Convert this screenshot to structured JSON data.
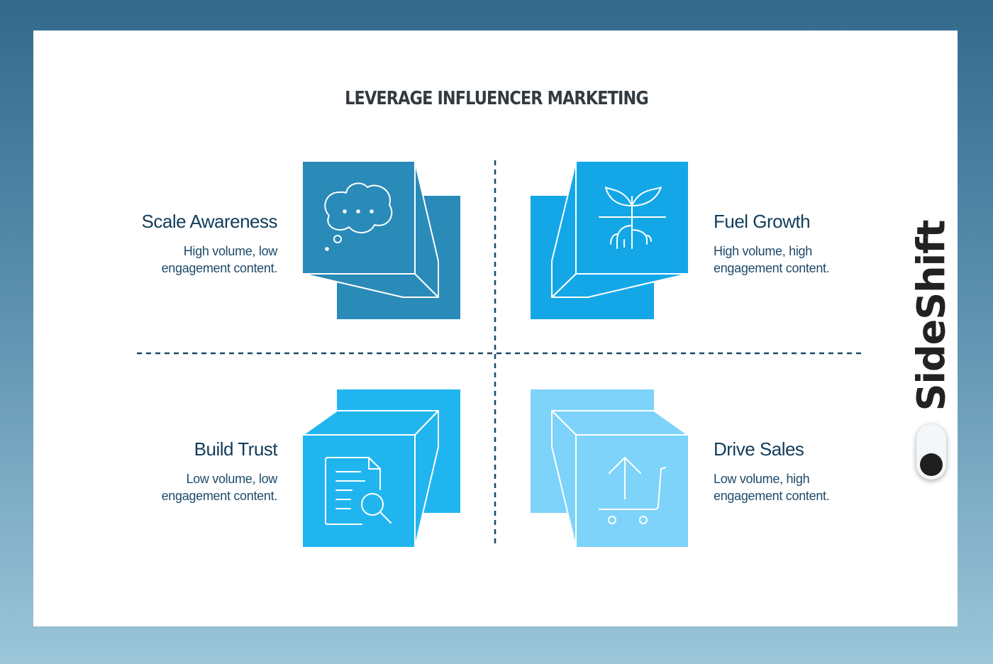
{
  "title": "LEVERAGE INFLUENCER MARKETING",
  "quadrants": [
    {
      "title": "Scale Awareness",
      "desc_line1": "High volume, low",
      "desc_line2": "engagement content.",
      "icon": "thought-bubble-icon",
      "color": "#2a8ab8"
    },
    {
      "title": "Fuel Growth",
      "desc_line1": "High volume, high",
      "desc_line2": "engagement content.",
      "icon": "sprout-icon",
      "color": "#13a7e8"
    },
    {
      "title": "Build Trust",
      "desc_line1": "Low volume, low",
      "desc_line2": "engagement content.",
      "icon": "document-search-icon",
      "color": "#21b5f0"
    },
    {
      "title": "Drive Sales",
      "desc_line1": "Low volume, high",
      "desc_line2": "engagement content.",
      "icon": "cart-upload-icon",
      "color": "#7dd3fa"
    }
  ],
  "logo": {
    "text": "SideShift"
  },
  "colors": {
    "divider": "#1a4a68",
    "text": "#123c5a",
    "background_top": "#336a8c",
    "background_bottom": "#9cc6d9"
  }
}
